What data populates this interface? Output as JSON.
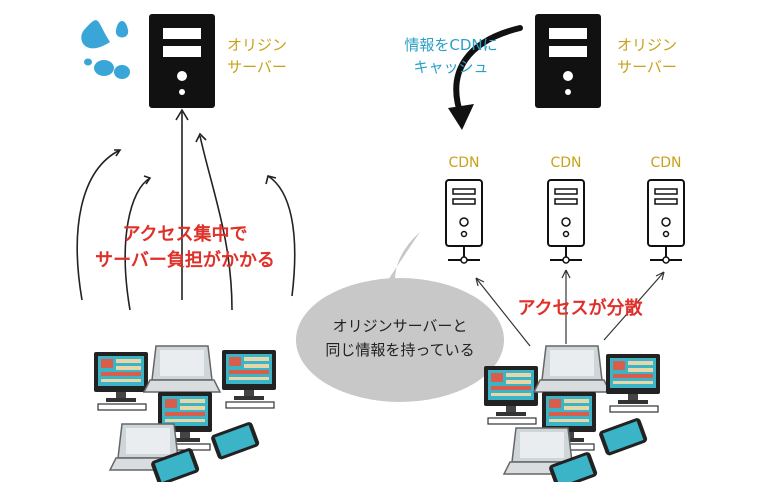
{
  "left": {
    "origin_label_line1": "オリジン",
    "origin_label_line2": "サーバー",
    "concentration_line1": "アクセス集中で",
    "concentration_line2": "サーバー負担がかかる"
  },
  "right": {
    "cache_line1": "情報をCDNに",
    "cache_line2": "キャッシュ",
    "origin_label_line1": "オリジン",
    "origin_label_line2": "サーバー",
    "cdn_labels": [
      "CDN",
      "CDN",
      "CDN"
    ],
    "distributed": "アクセスが分散"
  },
  "bubble": {
    "line1": "オリジンサーバーと",
    "line2": "同じ情報を持っている"
  },
  "colors": {
    "gold": "#c8a21a",
    "teal": "#2aa0c8",
    "red": "#e0302a",
    "bubble": "#c8c8c8",
    "server": "#111111",
    "water": "#3aa6d8"
  }
}
